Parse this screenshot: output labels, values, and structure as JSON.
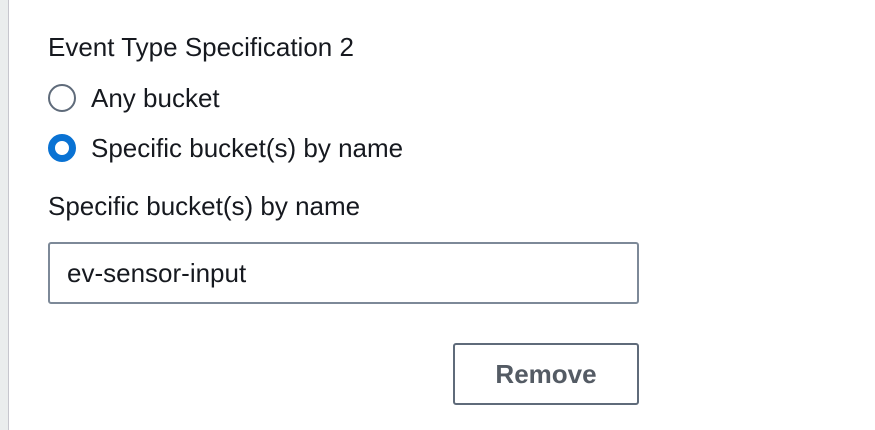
{
  "section": {
    "title": "Event Type Specification 2"
  },
  "radio_group": {
    "options": [
      {
        "label": "Any bucket",
        "selected": false
      },
      {
        "label": "Specific bucket(s) by name",
        "selected": true
      }
    ]
  },
  "bucket_field": {
    "label": "Specific bucket(s) by name",
    "value": "ev-sensor-input"
  },
  "actions": {
    "remove_label": "Remove"
  },
  "colors": {
    "accent": "#0972d3",
    "border": "#7d8998",
    "button_text": "#545b64"
  }
}
